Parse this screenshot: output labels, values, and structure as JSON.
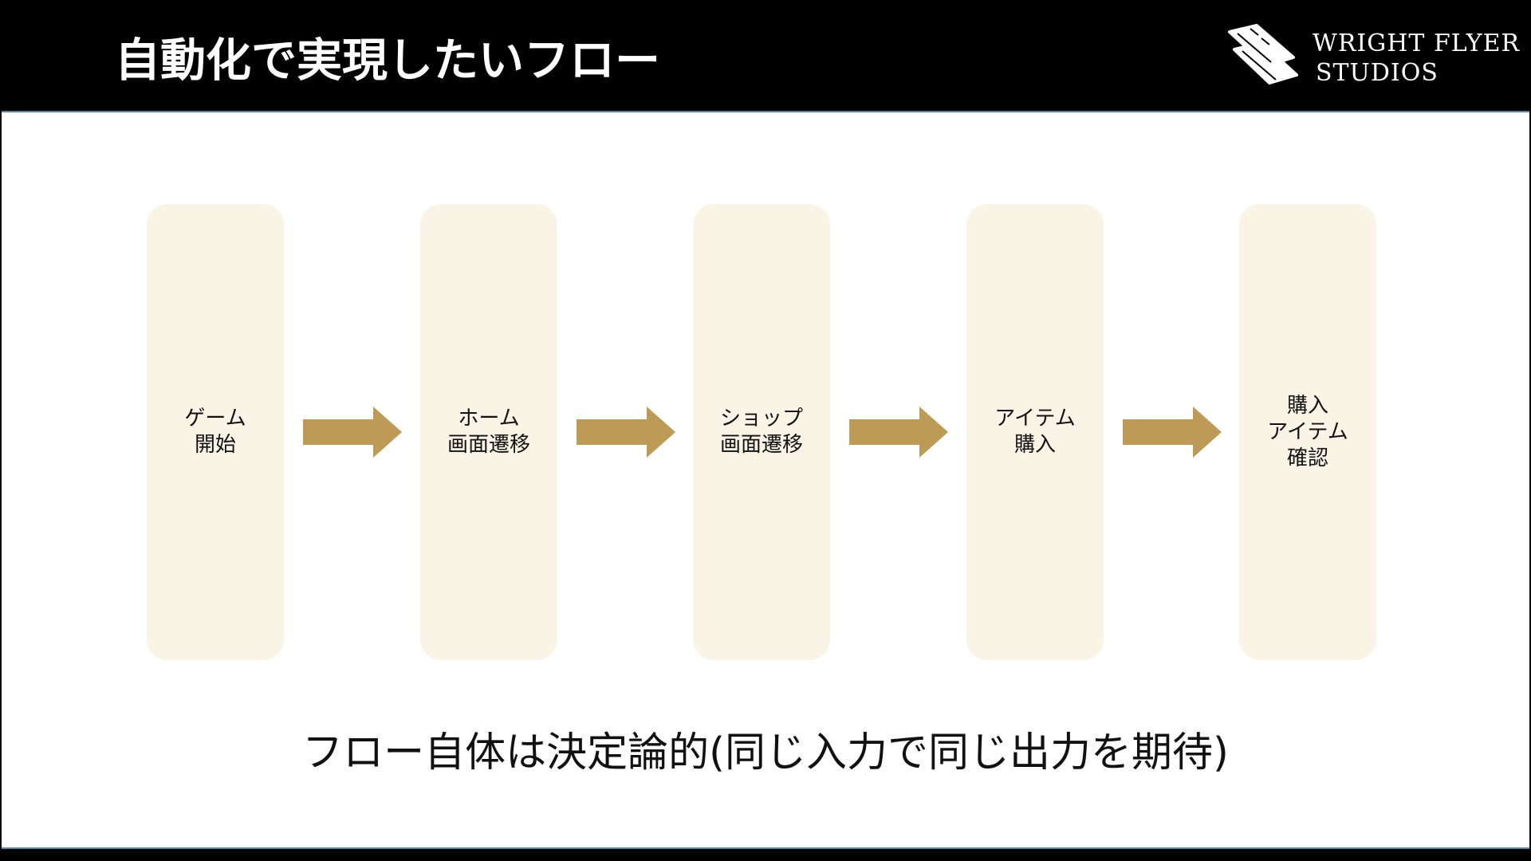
{
  "slide": {
    "title": "自動化で実現したいフロー",
    "summary": "フロー自体は決定論的(同じ入力で同じ出力を期待)"
  },
  "logo": {
    "icon": "biplane-icon",
    "line1": "WRIGHT FLYER",
    "line2": "STUDIOS"
  },
  "colors": {
    "header_background": "#000000",
    "step_background": "#f9f4e6",
    "arrow": "#be9a57",
    "text": "#111111"
  },
  "flow": {
    "steps": [
      {
        "label": "ゲーム\n開始"
      },
      {
        "label": "ホーム\n画面遷移"
      },
      {
        "label": "ショップ\n画面遷移"
      },
      {
        "label": "アイテム\n購入"
      },
      {
        "label": "購入\nアイテム\n確認"
      }
    ],
    "arrow_icon": "right-arrow-icon"
  }
}
